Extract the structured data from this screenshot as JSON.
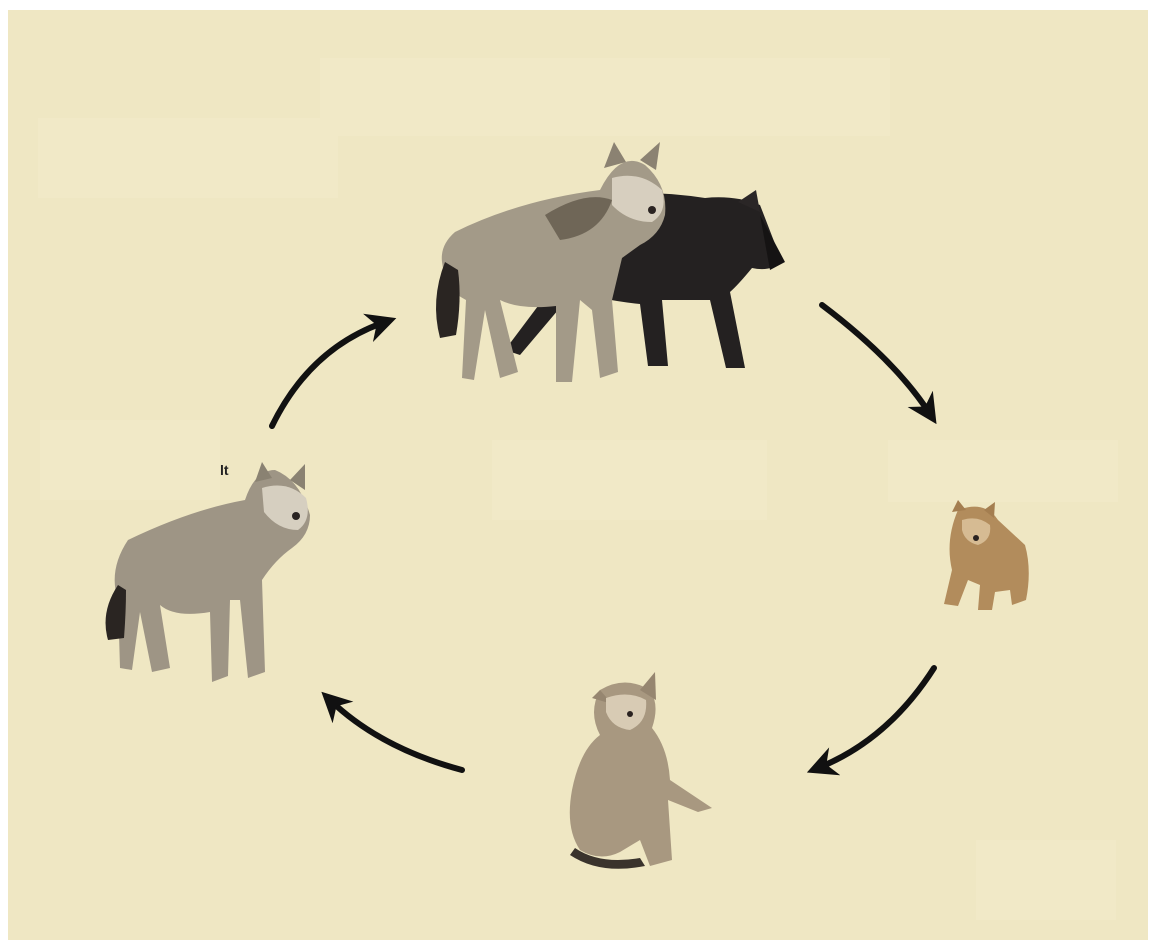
{
  "diagram": {
    "title": "",
    "stages": [
      {
        "id": "mating-pair",
        "label": ""
      },
      {
        "id": "newborn-pup",
        "label": ""
      },
      {
        "id": "juvenile-pup",
        "label": ""
      },
      {
        "id": "adult-wolf",
        "label": ""
      }
    ],
    "stray_text": "lt",
    "colors": {
      "background": "#efe7c3",
      "arrow": "#111111",
      "gray_wolf_fur": "#9c9282",
      "black_wolf_fur": "#232020",
      "pup_fur": "#b08a5a"
    }
  }
}
